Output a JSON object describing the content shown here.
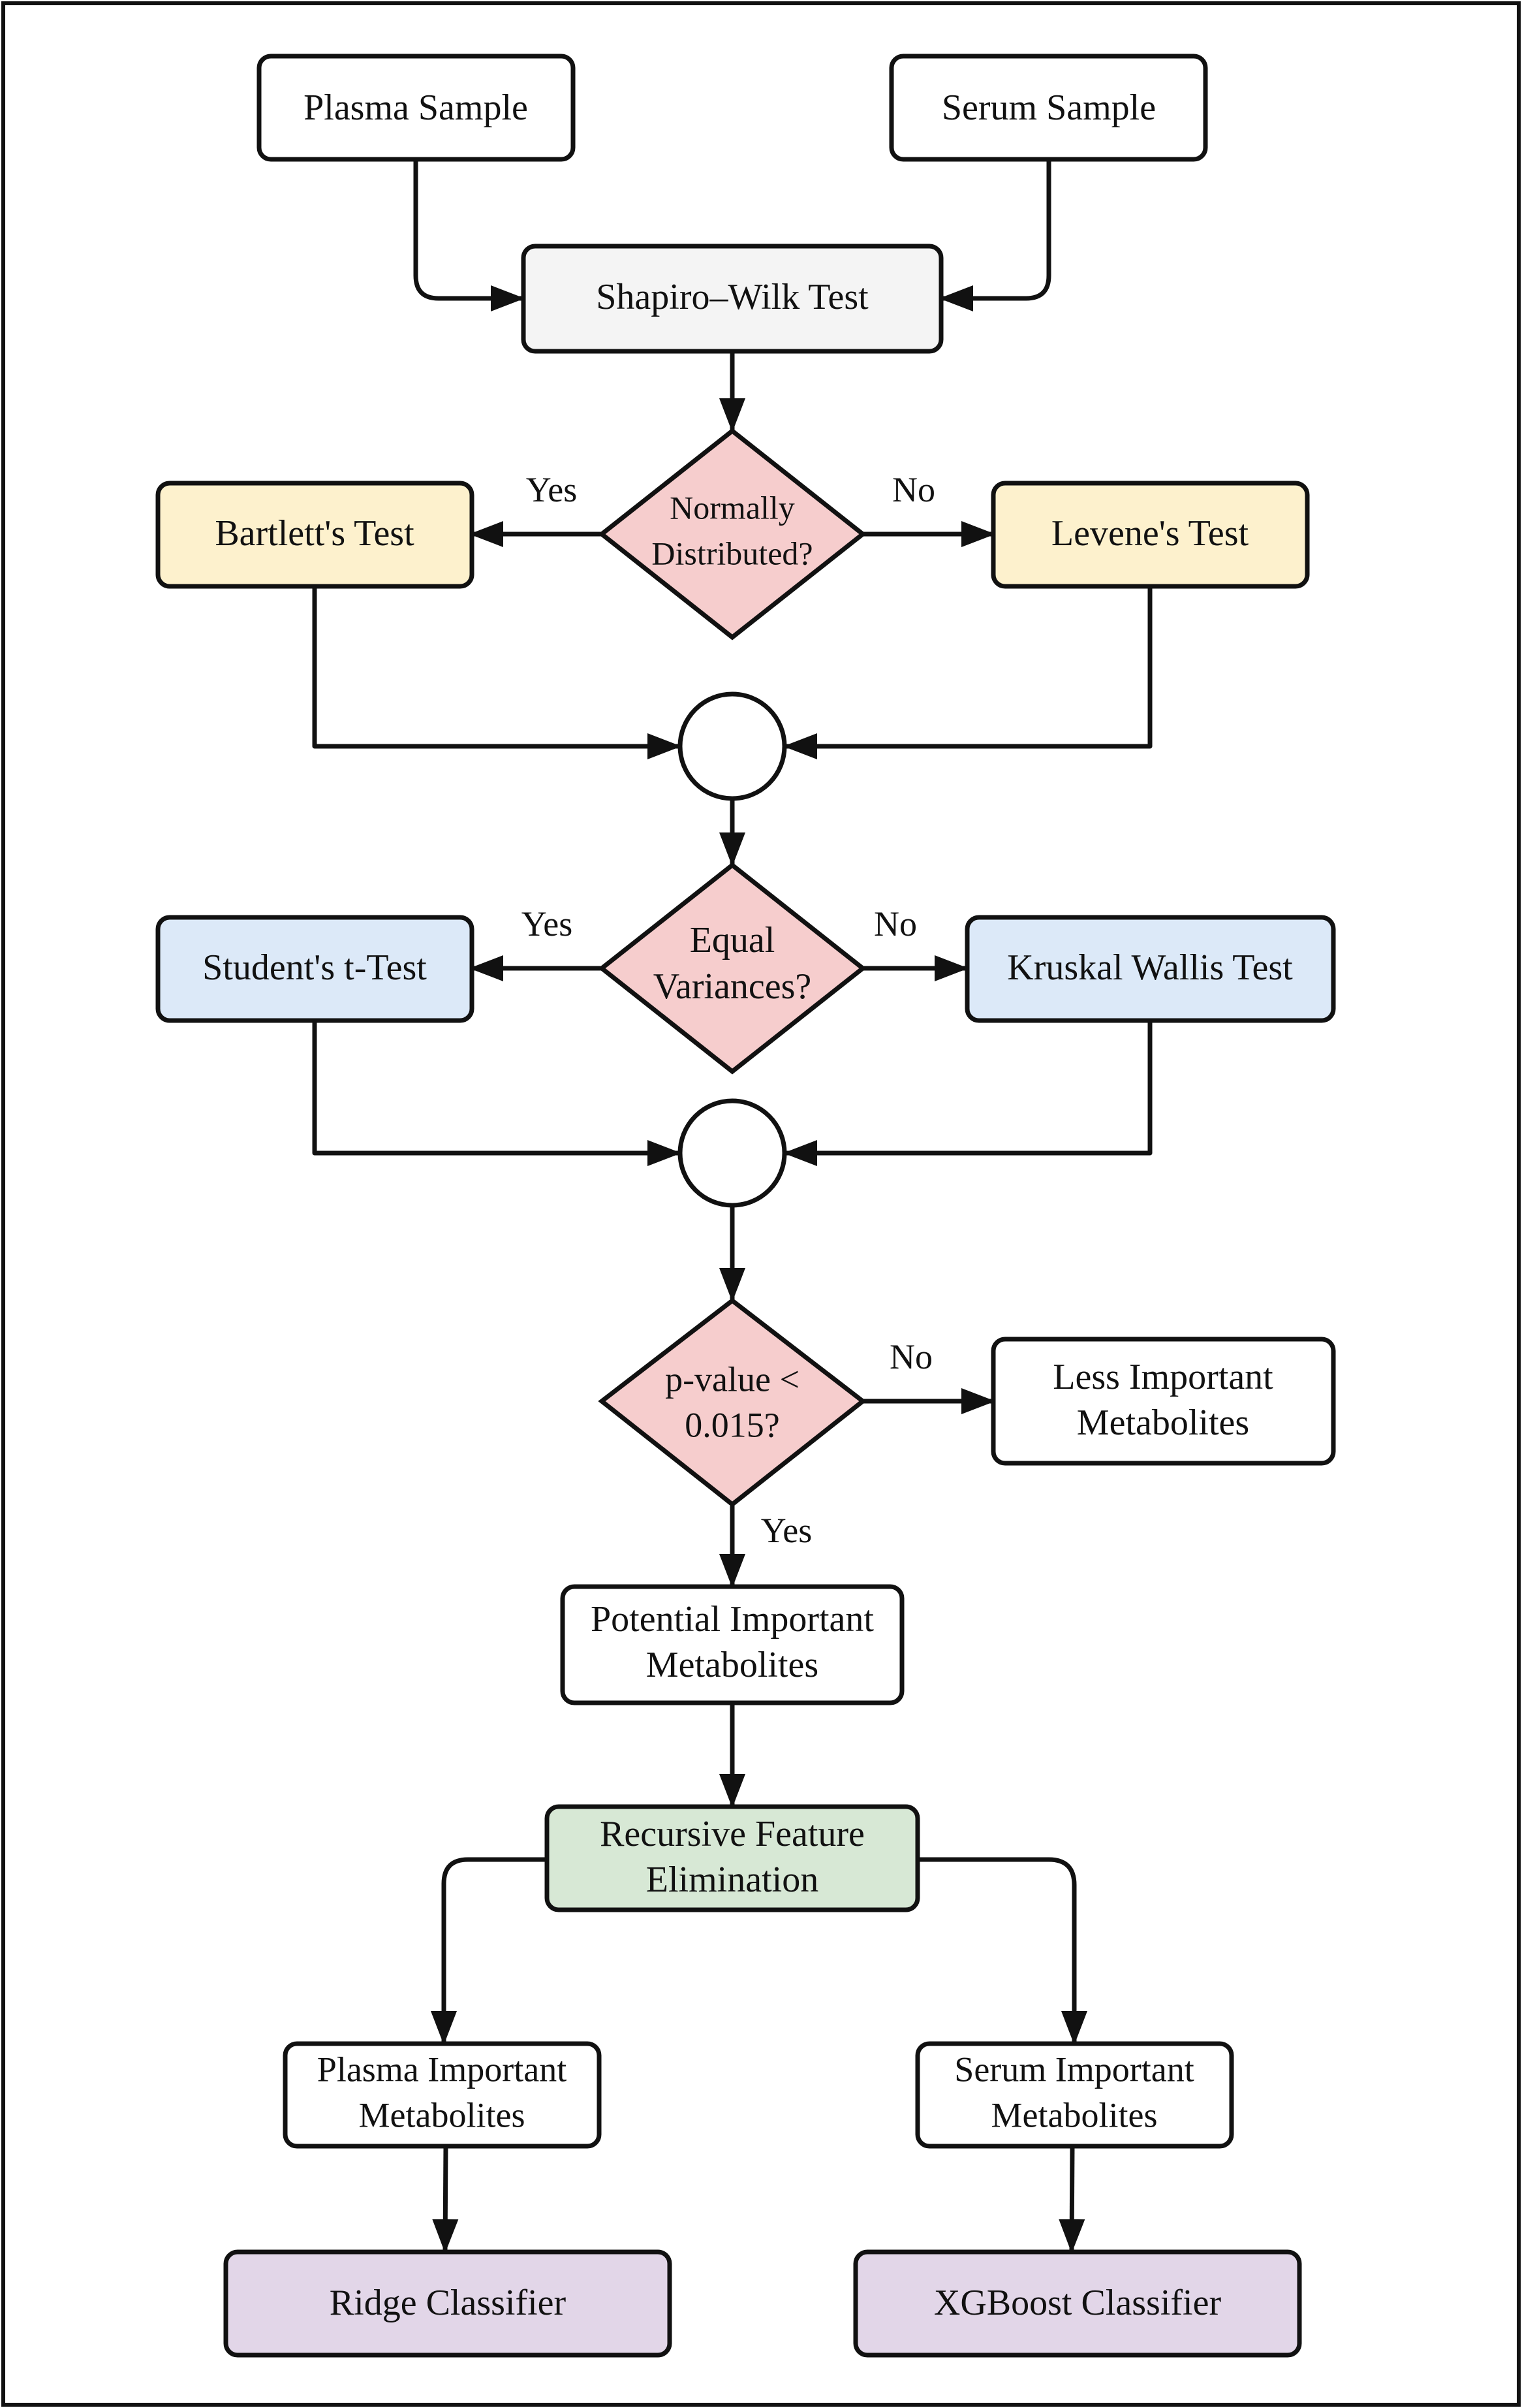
{
  "colors": {
    "stroke": "#111111",
    "white": "#ffffff",
    "gray": "#f4f4f4",
    "yellow": "#fdf1cd",
    "pink": "#f6cdcd",
    "blue": "#dce9f8",
    "green": "#d7e8d5",
    "purple": "#e2d6e8"
  },
  "nodes": {
    "plasma_sample": "Plasma Sample",
    "serum_sample": "Serum Sample",
    "shapiro_wilk": "Shapiro–Wilk Test",
    "normally_distributed": [
      "Normally",
      "Distributed?"
    ],
    "bartlett": "Bartlett's Test",
    "levene": "Levene's Test",
    "equal_variances": [
      "Equal",
      "Variances?"
    ],
    "students_t": "Student's t-Test",
    "kruskal_wallis": "Kruskal Wallis Test",
    "p_value": [
      "p-value <",
      "0.015?"
    ],
    "less_important": [
      "Less Important",
      "Metabolites"
    ],
    "potential_important": [
      "Potential Important",
      "Metabolites"
    ],
    "rfe": [
      "Recursive Feature",
      "Elimination"
    ],
    "plasma_important": [
      "Plasma Important",
      "Metabolites"
    ],
    "serum_important": [
      "Serum Important",
      "Metabolites"
    ],
    "ridge": "Ridge Classifier",
    "xgboost": "XGBoost Classifier"
  },
  "edge_labels": {
    "normal_yes": "Yes",
    "normal_no": "No",
    "variance_yes": "Yes",
    "variance_no": "No",
    "pvalue_no": "No",
    "pvalue_yes": "Yes"
  }
}
